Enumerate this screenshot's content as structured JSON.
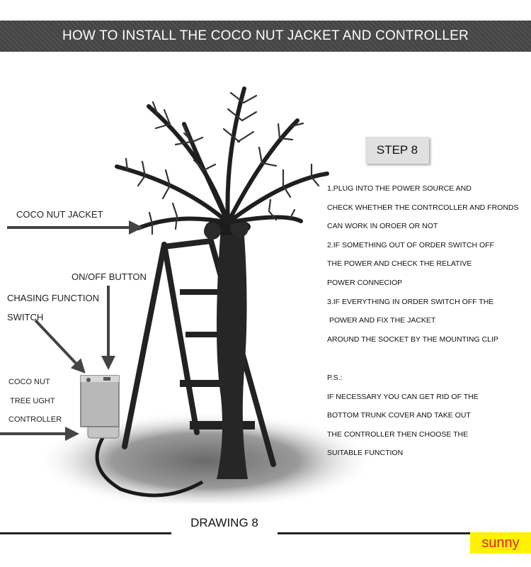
{
  "header": {
    "title": "HOW TO INSTALL THE COCO NUT JACKET AND CONTROLLER"
  },
  "labels": {
    "coco_nut_jacket": "COCO NUT JACKET",
    "on_off_button": "ON/OFF BUTTON",
    "chasing_line1": "CHASING FUNCTION",
    "chasing_line2": "SWITCH",
    "controller_line1": "COCO NUT",
    "controller_line2": "TREE UGHT",
    "controller_line3": "CONTROLLER"
  },
  "step": {
    "title": "STEP 8"
  },
  "instructions": [
    "1.PLUG INTO THE POWER SOURCE AND",
    "CHECK WHETHER THE CONTRCOLLER AND FRONDS",
    "CAN WORK IN OROER OR NOT",
    "2.IF SOMETHING OUT OF ORDER SWITCH OFF",
    "THE POWER AND CHECK THE RELATIVE",
    "POWER CONNECIOP",
    "3.IF EVERYTHING IN ORDER SWITCH OFF THE",
    " POWER AND FIX THE JACKET",
    "AROUND THE SOCKET BY THE MOUNTING CLIP"
  ],
  "ps": {
    "title": "P.S.:",
    "lines": [
      "IF NECESSARY YOU CAN GET RID OF THE",
      "BOTTOM TRUNK COVER AND TAKE OUT",
      "THE CONTROLLER THEN CHOOSE THE",
      "SUITABLE FUNCTION"
    ]
  },
  "footer": {
    "drawing_label": "DRAWING 8",
    "brand": "sunny"
  },
  "colors": {
    "header_bg": "#444444",
    "brand_bg": "#fff200",
    "brand_text": "#e02020",
    "badge_bg": "#e0e0e0",
    "illustration_dark": "#222222"
  },
  "icons": [
    "palm-tree-icon",
    "step-ladder-icon",
    "controller-box-icon",
    "arrow-icon"
  ]
}
